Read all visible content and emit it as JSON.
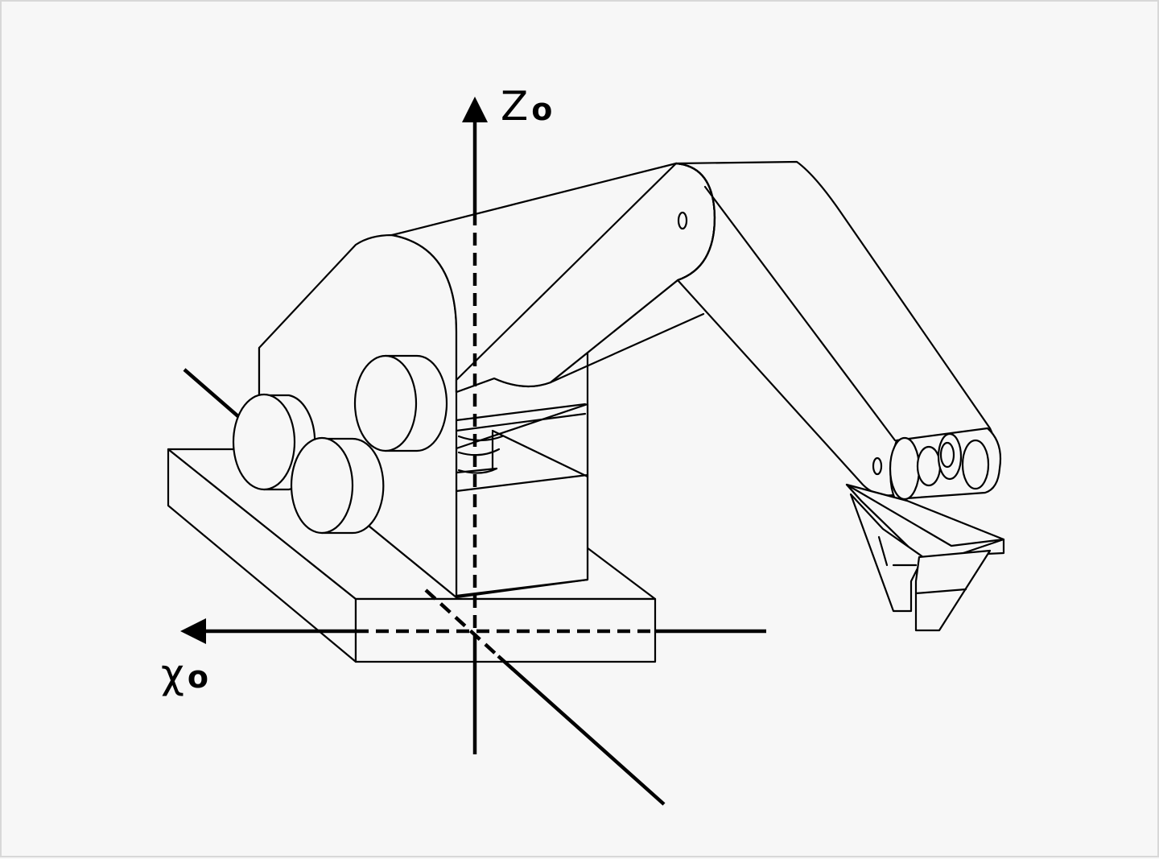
{
  "axes": {
    "z": {
      "main": "Z",
      "sub": "o"
    },
    "x": {
      "main": "χ",
      "sub": "o"
    }
  }
}
